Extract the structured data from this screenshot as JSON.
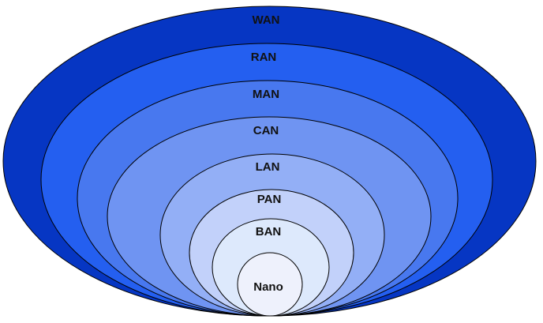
{
  "title": "Network types by scope",
  "rings": [
    {
      "id": "wan",
      "label": "WAN",
      "color": "#0636c3"
    },
    {
      "id": "ran",
      "label": "RAN",
      "color": "#245ff0"
    },
    {
      "id": "man",
      "label": "MAN",
      "color": "#4878ef"
    },
    {
      "id": "can",
      "label": "CAN",
      "color": "#6f94f2"
    },
    {
      "id": "lan",
      "label": "LAN",
      "color": "#93aff6"
    },
    {
      "id": "pan",
      "label": "PAN",
      "color": "#c2d1fa"
    },
    {
      "id": "ban",
      "label": "BAN",
      "color": "#dde9fc"
    },
    {
      "id": "nano",
      "label": "Nano",
      "color": "#eef1fc"
    }
  ]
}
